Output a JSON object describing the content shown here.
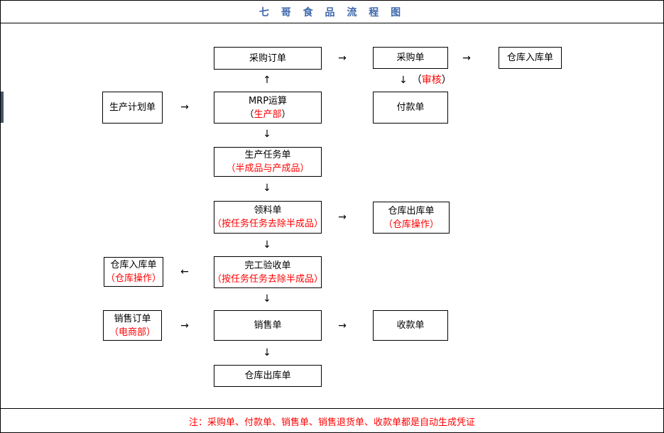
{
  "header": {
    "title": "七 哥 食 品 流 程 图"
  },
  "colors": {
    "title_blue": "#3E68AC",
    "accent_red": "#FF0000",
    "line_black": "#000000",
    "edge_marker": "#44546A"
  },
  "glyphs": {
    "up": "↑",
    "down": "↓",
    "left": "←",
    "right": "→"
  },
  "audit": {
    "open": "（",
    "text": "审核",
    "close": "）"
  },
  "nodes": [
    {
      "id": "purchase-order",
      "label": "采购订单"
    },
    {
      "id": "purchase-bill",
      "label": "采购单"
    },
    {
      "id": "warehouse-in-top",
      "label": "仓库入库单"
    },
    {
      "id": "production-plan",
      "label": "生产计划单"
    },
    {
      "id": "mrp-run",
      "label": "MRP运算",
      "sub_open": "（",
      "sub_text": "生产部",
      "sub_close": "）"
    },
    {
      "id": "payment-bill",
      "label": "付款单"
    },
    {
      "id": "production-task",
      "label": "生产任务单",
      "sub": "（半成品与产成品）"
    },
    {
      "id": "material-requisition",
      "label": "领料单",
      "sub": "（按任务任务去除半成品）"
    },
    {
      "id": "warehouse-out-mid",
      "label": "仓库出库单",
      "sub": "（仓库操作）"
    },
    {
      "id": "warehouse-in-left",
      "label": "仓库入库单",
      "sub": "（仓库操作）"
    },
    {
      "id": "completion-acceptance",
      "label": "完工验收单",
      "sub": "（按任务任务去除半成品）"
    },
    {
      "id": "sales-order",
      "label": "销售订单",
      "sub": "（电商部）"
    },
    {
      "id": "sales-bill",
      "label": "销售单"
    },
    {
      "id": "receipt-bill",
      "label": "收款单"
    },
    {
      "id": "warehouse-out-bottom",
      "label": "仓库出库单"
    }
  ],
  "footer": {
    "note": "注：采购单、付款单、销售单、销售退货单、收款单都是自动生成凭证"
  }
}
